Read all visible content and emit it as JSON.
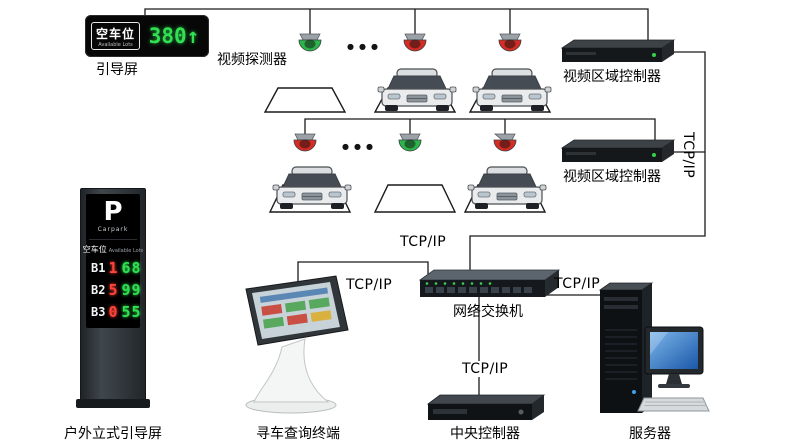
{
  "colors": {
    "digit_green": "#30e052",
    "digit_red": "#ff4338",
    "cam_green": "#2db44a",
    "cam_red": "#d62c24"
  },
  "led_sign": {
    "label_cn": "空车位",
    "label_en": "Available Lots",
    "value": "380",
    "arrow": "↑",
    "caption": "引导屏"
  },
  "video_detector": {
    "caption": "视频探测器",
    "ellipsis": "●●●"
  },
  "area_controllers": {
    "top_label": "视频区域控制器",
    "bottom_label": "视频区域控制器"
  },
  "network": {
    "tcpip": "TCP/IP",
    "switch_caption": "网络交换机"
  },
  "pillar_display": {
    "letter": "P",
    "brand": "Carpark",
    "header_cn": "空车位",
    "header_en": "Available Lots",
    "rows": [
      {
        "label": "B1",
        "red_digit": "1",
        "green_digits": "68"
      },
      {
        "label": "B2",
        "red_digit": "5",
        "green_digits": "99"
      },
      {
        "label": "B3",
        "red_digit": "0",
        "green_digits": "55"
      }
    ],
    "caption": "户外立式引导屏"
  },
  "kiosk": {
    "caption": "寻车查询终端"
  },
  "central_controller": {
    "caption": "中央控制器"
  },
  "server": {
    "caption": "服务器"
  }
}
